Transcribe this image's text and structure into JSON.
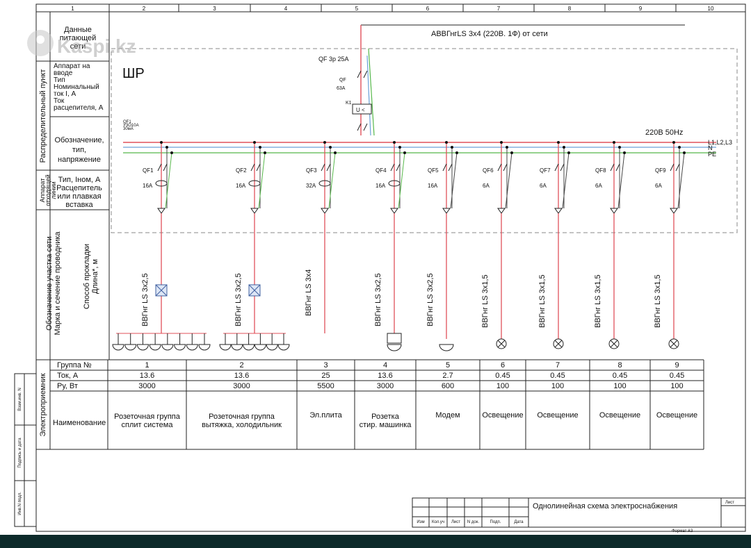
{
  "watermark": "Kaspi.kz",
  "columns": [
    "1",
    "2",
    "3",
    "4",
    "5",
    "6",
    "7",
    "8",
    "9",
    "10"
  ],
  "left_header": {
    "supply_label": [
      "Данные",
      "питающей",
      "сети"
    ],
    "panel_title": "Распределительный пункт",
    "device_at_input": [
      "Аппарат на",
      "вводе",
      "Тип",
      "Номинальный",
      "ток I, А",
      "Ток",
      "расцепителя, А"
    ],
    "designation": [
      "Обозначение,",
      "тип,",
      "напряжение"
    ],
    "outgoing_title": [
      "Аппарат",
      "отходящей",
      "линии"
    ],
    "outgoing_desc": [
      "Тип, Iном, А",
      "Расцепитель",
      "или плавкая",
      "вставка"
    ],
    "section_title": [
      "Обозначение участка сети",
      "Марка и сечение проводника"
    ],
    "laying": [
      "Способ прокладки",
      "Длина*, м"
    ],
    "receiver_title": "Электроприемник"
  },
  "supply": {
    "cable": "АВВГнгLS 3х4 (220В. 1Ф) от сети",
    "main_breaker": "QF 3р 25А",
    "qf_label": "QF",
    "qf_rating": "63А",
    "k1_label": "K1",
    "k1_symbol": "U <",
    "panel_name": "ШР",
    "rcd": [
      "QF1",
      "УЗО10А",
      "30мА"
    ],
    "bus_voltage": "220В 50Hz",
    "bus_l": "L1,L2,L3",
    "bus_n": "N",
    "bus_pe": "PE"
  },
  "feeders": [
    {
      "qf": "QF1",
      "rating": "16А",
      "cable": "ВВГнг LS 3х2,5"
    },
    {
      "qf": "QF2",
      "rating": "16А",
      "cable": "ВВГнг LS 3х2,5"
    },
    {
      "qf": "QF3",
      "rating": "32А",
      "cable": "ВВГнг LS 3х4"
    },
    {
      "qf": "QF4",
      "rating": "16А",
      "cable": "ВВГнг LS 3х2,5"
    },
    {
      "qf": "QF5",
      "rating": "16А",
      "cable": "ВВГнг LS 3х2,5"
    },
    {
      "qf": "QF6",
      "rating": "6А",
      "cable": "ВВГнг LS 3х1,5"
    },
    {
      "qf": "QF7",
      "rating": "6А",
      "cable": "ВВГнг LS 3х1,5"
    },
    {
      "qf": "QF8",
      "rating": "6А",
      "cable": "ВВГнг LS 3х1,5"
    },
    {
      "qf": "QF9",
      "rating": "6А",
      "cable": "ВВГнг LS 3х1,5"
    }
  ],
  "table": {
    "row_headers": [
      "Группа №",
      "Ток, А",
      "Ру, Вт",
      "Наименование"
    ],
    "groups": [
      {
        "num": "1",
        "current": "13.6",
        "power": "3000",
        "name": [
          "Розеточная группа",
          "сплит система"
        ]
      },
      {
        "num": "2",
        "current": "13.6",
        "power": "3000",
        "name": [
          "Розеточная группа",
          "вытяжка, холодильник"
        ]
      },
      {
        "num": "3",
        "current": "25",
        "power": "5500",
        "name": [
          "Эл.плита"
        ]
      },
      {
        "num": "4",
        "current": "13.6",
        "power": "3000",
        "name": [
          "Розетка",
          "стир. машинка"
        ]
      },
      {
        "num": "5",
        "current": "2.7",
        "power": "600",
        "name": [
          "Модем"
        ]
      },
      {
        "num": "6",
        "current": "0.45",
        "power": "100",
        "name": [
          "Освещение"
        ]
      },
      {
        "num": "7",
        "current": "0.45",
        "power": "100",
        "name": [
          "Освещение"
        ]
      },
      {
        "num": "8",
        "current": "0.45",
        "power": "100",
        "name": [
          "Освещение"
        ]
      },
      {
        "num": "9",
        "current": "0.45",
        "power": "100",
        "name": [
          "Освещение"
        ]
      }
    ]
  },
  "side_stamps": [
    "Взам.инв. N",
    "Подпись и дата",
    "Инв.N подл."
  ],
  "title_block": {
    "title": "Однолинейная схема электроснабжения",
    "sheet": "Лист",
    "cols": [
      "Изм",
      "Кол.уч",
      "Лист",
      "N док.",
      "Подп.",
      "Дата"
    ],
    "format": "Формат А3"
  },
  "colors": {
    "phase": "#e0505a",
    "neutral": "#6aa0d8",
    "pe": "#56b84a",
    "line": "#222222",
    "frame": "#0d2a2a"
  }
}
